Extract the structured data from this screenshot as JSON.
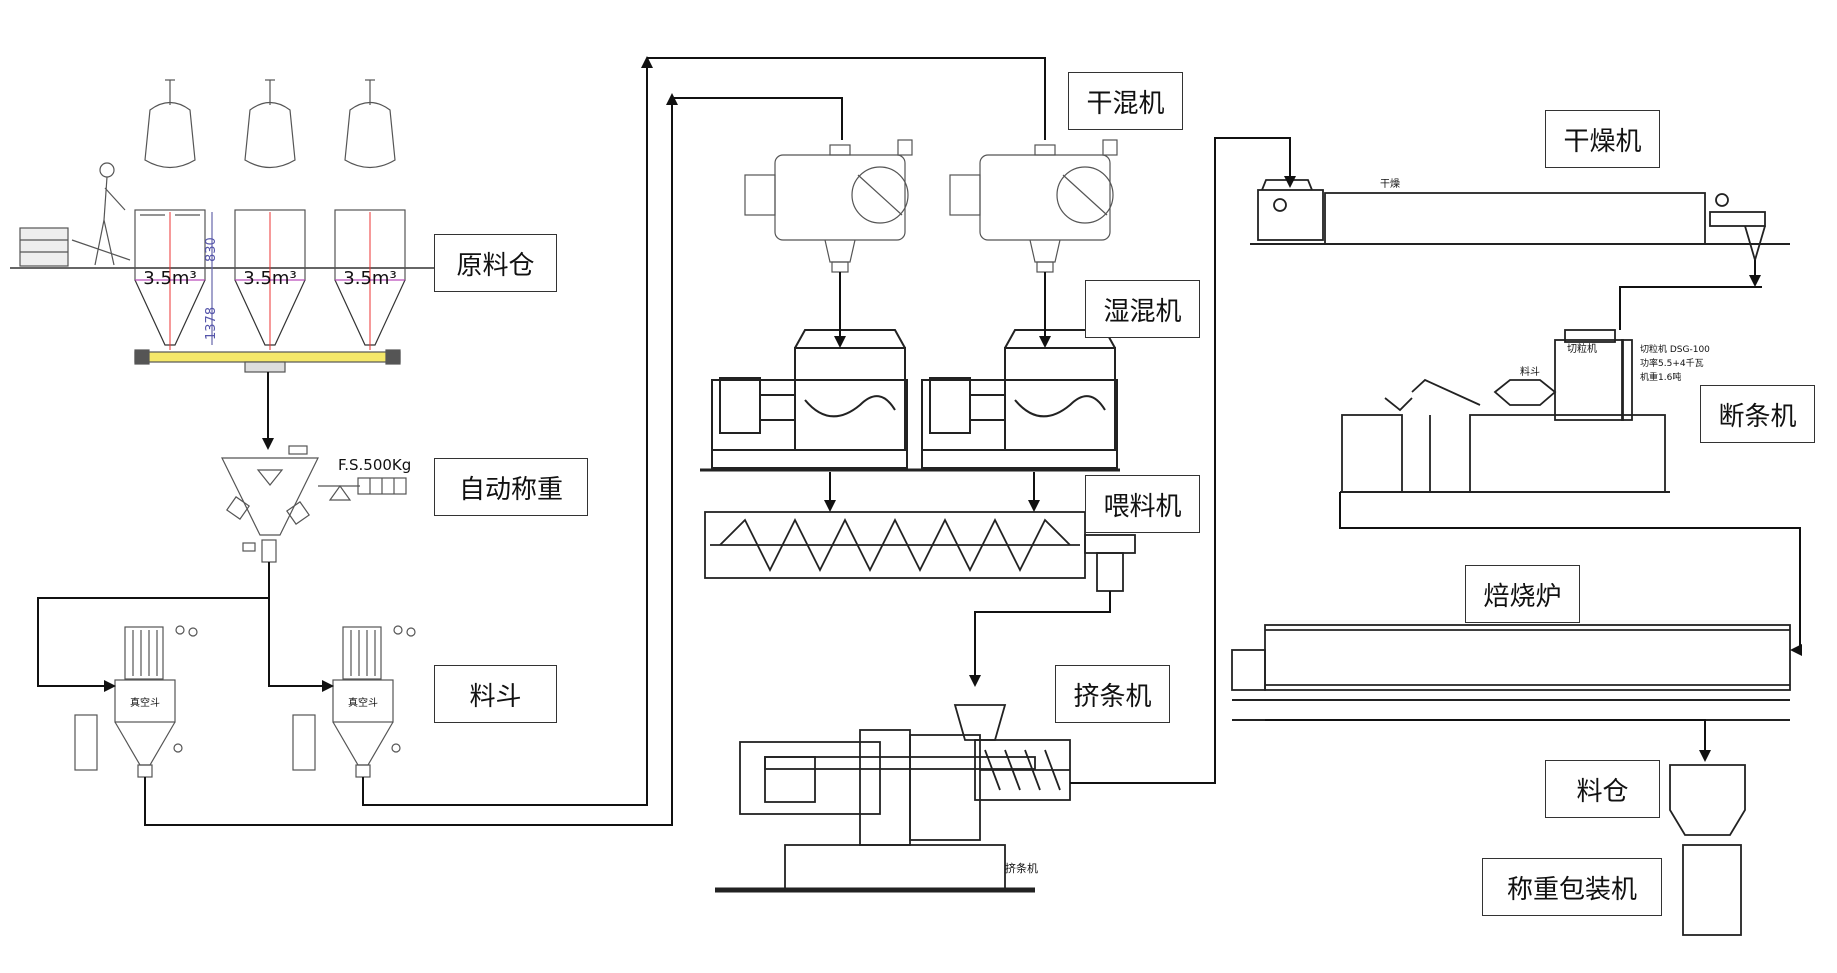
{
  "labels": {
    "raw_silo": "原料仓",
    "auto_weigh": "自动称重",
    "hopper": "料斗",
    "dry_mixer": "干混机",
    "wet_mixer": "湿混机",
    "feeder": "喂料机",
    "extruder": "挤条机",
    "dryer": "干燥机",
    "cutter": "断条机",
    "kiln": "焙烧炉",
    "bin": "料仓",
    "packer": "称重包装机"
  },
  "annotations": {
    "silo_volume": "3.5m³",
    "dim_upper": "830",
    "dim_lower": "1378",
    "scale_range": "F.S.500Kg",
    "vac_hopper": "真空斗",
    "cutter_spec_1": "切粒机 DSG-100",
    "cutter_spec_2": "功率5.5+4千瓦",
    "cutter_spec_3": "机重1.6吨",
    "cutter_tag": "切粒机",
    "feed_tag": "料斗",
    "dryer_tag": "干燥",
    "extruder_tag": "挤条机"
  }
}
